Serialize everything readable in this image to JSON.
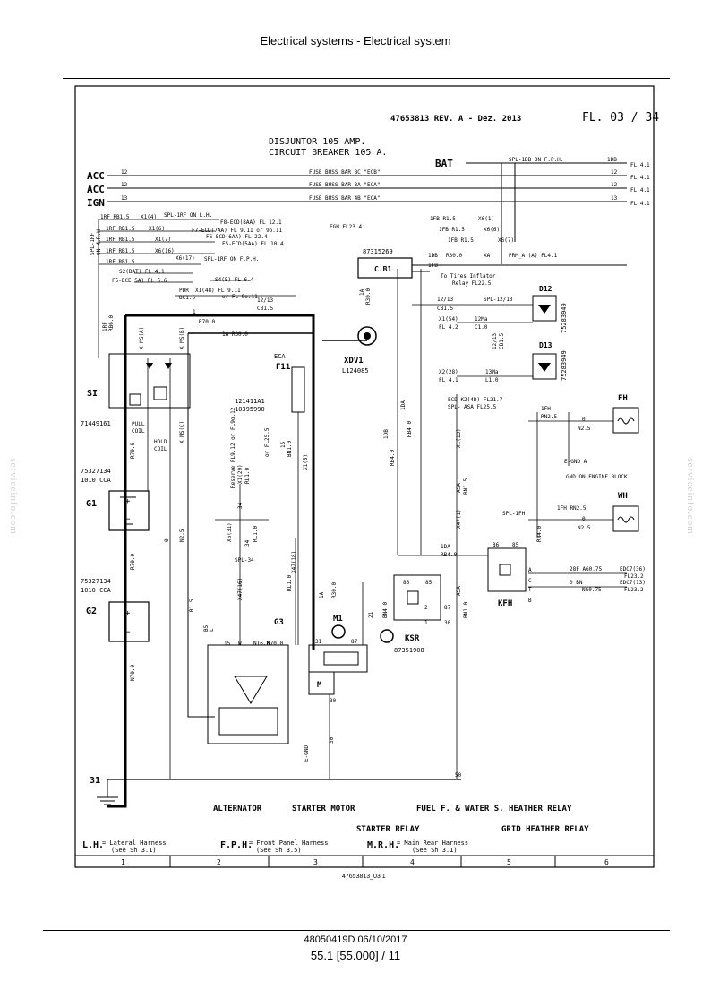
{
  "header": {
    "title": "Electrical systems - Electrical system"
  },
  "footer": {
    "doc_code": "48050419D 06/10/2017",
    "page": "55.1 [55.000] / 11",
    "drawing_ref": "47653813_03    1"
  },
  "watermark": "serviceinfo.com",
  "sheet": {
    "rev": "47653813 REV. A - Dez. 2013",
    "fl": "FL. 03 / 34",
    "title1": "DISJUNTOR 105 AMP.",
    "title2": "CIRCUIT BREAKER 105 A."
  },
  "buses": {
    "bat": "BAT",
    "acc1": "ACC",
    "acc2": "ACC",
    "ign": "IGN",
    "w12a": "12",
    "w12b": "12",
    "w13": "13",
    "ecb": "FUSE BUSS BAR 8C \"ECB\"",
    "eca1": "FUSE BUSS BAR 8A \"ECA\"",
    "eca2": "FUSE BUSS BAR 4B \"ECA\"",
    "spl1db": "SPL-1DB ON F.P.H.",
    "w1db": "1DB",
    "w12c": "12",
    "w12d": "12",
    "w13b": "13",
    "fl41a": "FL 4.1",
    "fl41b": "FL 4.1",
    "fl41c": "FL 4.1",
    "fl41d": "FL 4.1"
  },
  "left_refs": [
    "1RF RB1.5",
    "X1(4)",
    "SPL-1RF ON L.H.",
    "F8-ECD(8AA) FL 12.1",
    "1RF RB1.5",
    "X1(6)",
    "F7-ECD(7AA) FL 9.11 or 9o.11",
    "1RF RB1.5",
    "X1(7)",
    "F6-ECD(6AA) FL 22.4",
    "1RF RB1.5",
    "X6(16)",
    "F5-ECD(5AA) FL 10.4",
    "1RF RB1.5",
    "X6(17)",
    "SPL-1RF ON F.P.H.",
    "S2(BAT) FL 4.1",
    "F5-ECE(5A) FL 6.6",
    "S4(5) FL 6.4",
    "PDR",
    "BC1.5",
    "X1(48) FL 9.11",
    "or FL 9o.11",
    "12/13",
    "CB1.5",
    "SPL-1RF",
    "ON M.R.H.",
    "1RF",
    "RB6.0"
  ],
  "components": {
    "fgh": "FGH FL23.4",
    "cb1_code": "87315269",
    "cb1": "C.B1",
    "xdv1": "XDV1",
    "xdv1_code": "L124085",
    "d12": "D12",
    "d12_code": "75283949",
    "d13": "D13",
    "d13_code": "75283949",
    "si": "SI",
    "si_code": "71449161",
    "pull": "PULL",
    "coil": "COIL",
    "hold": "HOLD",
    "coil2": "COIL",
    "f11": "F11",
    "eca": "ECA",
    "fuse_code": "121411A1",
    "fuse_code2": "10395990",
    "g1": "G1",
    "g1_code": "75327134",
    "g1_cca": "1010 CCA",
    "g2": "G2",
    "g2_code": "75327134",
    "g2_cca": "1010 CCA",
    "g3": "G3",
    "m1": "M1",
    "ksr": "KSR",
    "ksr_code": "87351908",
    "fh": "FH",
    "wh": "WH",
    "kfh": "KFH",
    "gnd": "31"
  },
  "wires": [
    "1DB",
    "R30.0",
    "XA",
    "PRM_A (A) FL4.1",
    "1FB",
    "To Tires Inflator",
    "Relay FL22.5",
    "1FB R1.5",
    "X6(1)",
    "1FB R1.5",
    "X6(6)",
    "1FB R1.5",
    "X6(7)",
    "12/13",
    "SPL-12/13",
    "CB1.5",
    "X1(54)",
    "FL 4.2",
    "12Ma",
    "C1.0",
    "12/13",
    "CB1.5",
    "X2(28)",
    "FL 4.1",
    "13Ma",
    "L1.0",
    "ECD K2(4D) FL21.7",
    "SPL- ASA FL25.5",
    "1FH",
    "RN2.5",
    "0",
    "N2.5",
    "E-GND A",
    "GND ON ENGINE BLOCK",
    "SPL-1FH",
    "1FH RN2.5",
    "0",
    "N2.5",
    "1DA",
    "RB4.0",
    "1DB",
    "RB4.0",
    "1DA",
    "RB4.0",
    "RN4.0",
    "28F AG0.75",
    "EDC7(36)",
    "FL23.2",
    "0 BN",
    "NG0.75",
    "EDC7(13)",
    "FL23.2",
    "1A",
    "R30.0",
    "1",
    "R70.0",
    "1A R30.0",
    "X MS(A)",
    "X MS(B)",
    "X MS(C)",
    "R70.0",
    "0",
    "N2.5",
    "R70.0",
    "N70.0",
    "X1(13)",
    "ASA",
    "BN1.5",
    "X47(1)",
    "ASA",
    "BN1.0",
    "BN4.0",
    "21",
    "15",
    "BN1.0",
    "X1(5)",
    "X47(18)",
    "SPL-34",
    "RL1.0",
    "34",
    "X6(31)",
    "X1(29)",
    "RL1.0",
    "Reserve FL9.12 or FL9o.12",
    "or FL25.5",
    "34",
    "X47(16)",
    "RL1.0",
    "R30.0",
    "1A",
    "R1.5",
    "B5",
    "L",
    "15",
    "W",
    "N16.0",
    "N70.0",
    "E-GND",
    "30",
    "50",
    "31",
    "87",
    "30",
    "86",
    "85",
    "2",
    "1",
    "87",
    "30",
    "86",
    "85",
    "T",
    "B",
    "A",
    "C"
  ],
  "bottom": {
    "alternator": "ALTERNATOR",
    "starter_motor": "STARTER MOTOR",
    "fuel": "FUEL F. & WATER S. HEATHER RELAY",
    "starter_relay": "STARTER RELAY",
    "grid": "GRID HEATHER RELAY",
    "lh": "L.H.",
    "lh_desc": "= Lateral Harness",
    "lh_see": "(See Sh 3.1)",
    "fph": "F.P.H.",
    "fph_desc": "= Front Panel Harness",
    "fph_see": "(See Sh 3.5)",
    "mrh": "M.R.H.",
    "mrh_desc": "= Main Rear Harness",
    "mrh_see": "(See Sh 3.1)",
    "cols": [
      "1",
      "2",
      "3",
      "4",
      "5",
      "6"
    ]
  }
}
